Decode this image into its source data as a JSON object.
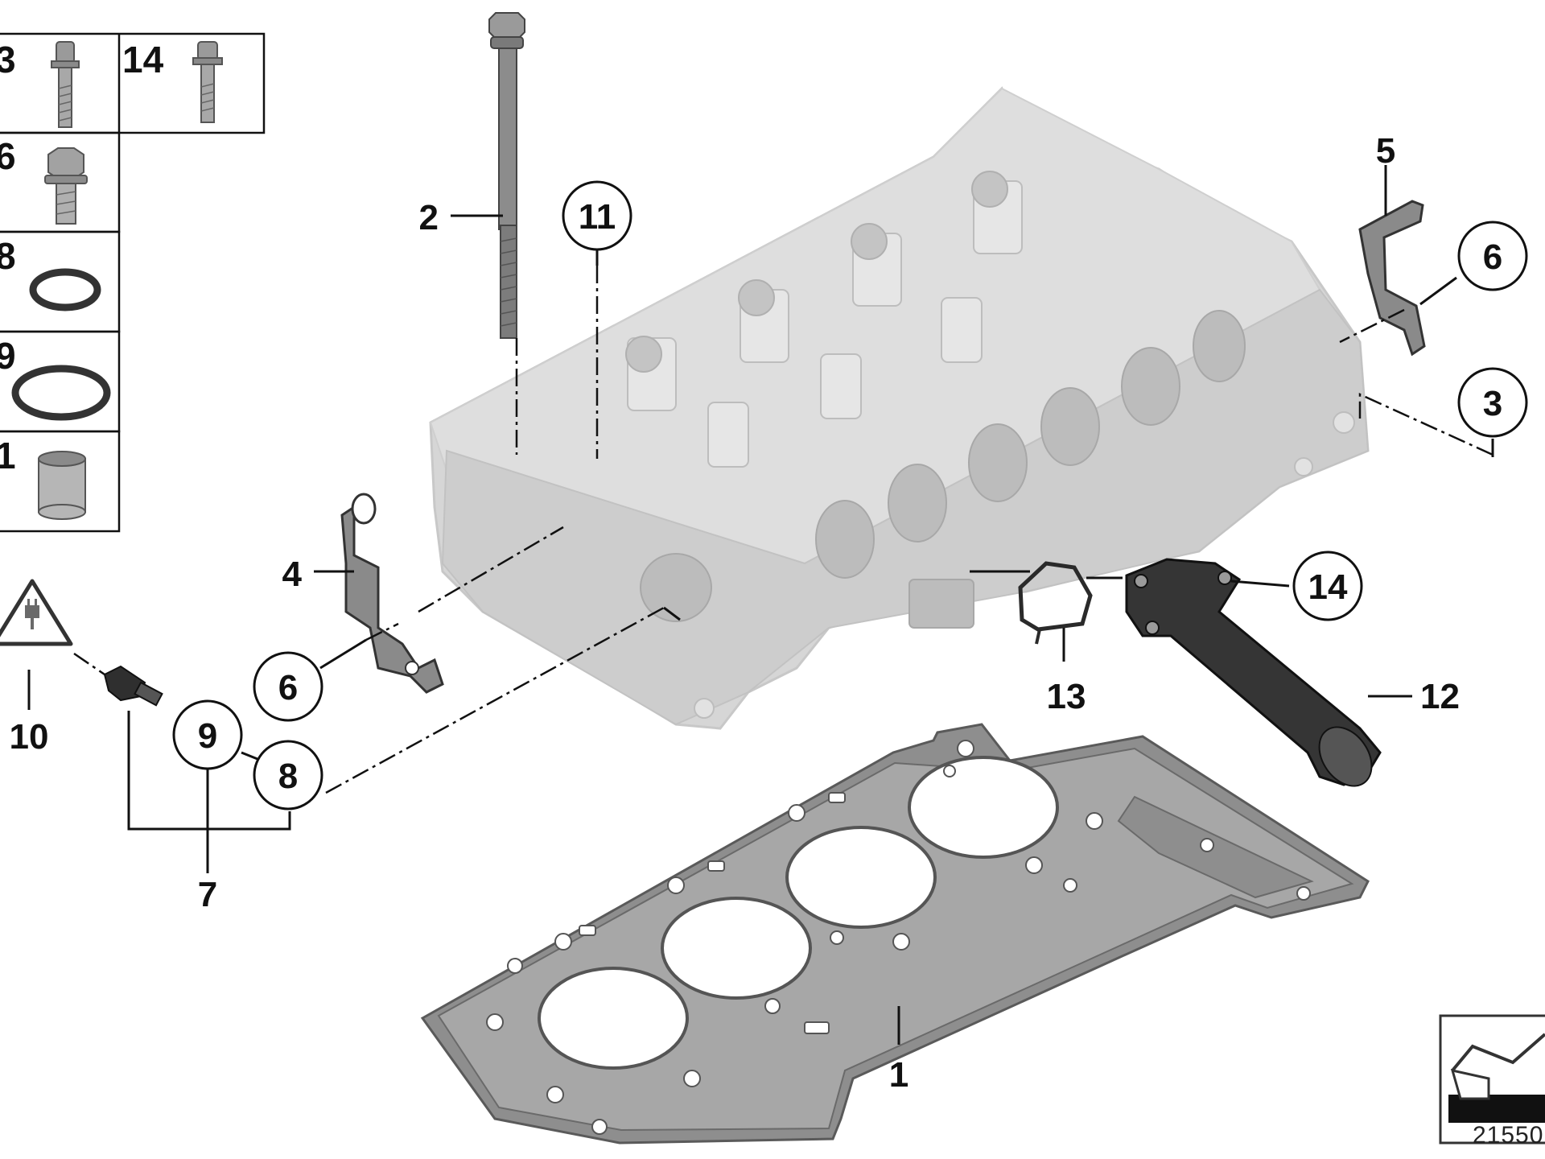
{
  "callouts": {
    "c1": "1",
    "c2": "2",
    "c3": "3",
    "c4": "4",
    "c5": "5",
    "c6a": "6",
    "c6b": "6",
    "c7": "7",
    "c8": "8",
    "c9": "9",
    "c10": "10",
    "c11": "11",
    "c12": "12",
    "c13": "13",
    "c14": "14"
  },
  "inset": {
    "r1_left": "3",
    "r1_right": "14",
    "r2": "6",
    "r3": "8",
    "r4": "9",
    "r5": "1"
  },
  "image_code": "21550",
  "colors": {
    "head_fill": "#d6d6d6",
    "head_shade": "#bdbdbd",
    "gasket_fill": "#8e8e8e",
    "part_dark": "#3a3a3a",
    "line": "#111111"
  }
}
